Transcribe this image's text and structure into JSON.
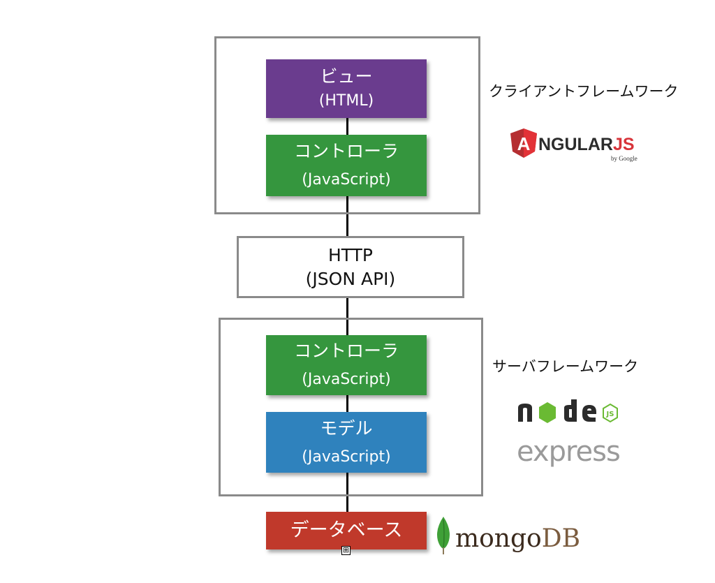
{
  "client": {
    "view": {
      "title": "ビュー",
      "subtitle": "(HTML)",
      "color": "#6a3c8e"
    },
    "controller": {
      "title": "コントローラ",
      "subtitle": "(JavaScript)",
      "color": "#35963e"
    },
    "label": "クライアントフレームワーク",
    "logo": {
      "name": "angularjs-logo",
      "main": "NGULAR",
      "js": "JS",
      "by": "by Google",
      "shield_letter": "A",
      "accent": "#d8343a"
    }
  },
  "http": {
    "line1": "HTTP",
    "line2": "(JSON API)"
  },
  "server": {
    "controller": {
      "title": "コントローラ",
      "subtitle": "(JavaScript)",
      "color": "#35963e"
    },
    "model": {
      "title": "モデル",
      "subtitle": "(JavaScript)",
      "color": "#2f82bd"
    },
    "label": "サーバフレームワーク",
    "node_logo": {
      "name": "nodejs-logo",
      "accent": "#6aba33"
    },
    "express_logo": {
      "text": "express"
    }
  },
  "database": {
    "title": "データベース",
    "color": "#c0392b",
    "logo": {
      "name": "mongodb-logo",
      "mongo": "mongo",
      "db": "DB",
      "leaf_color": "#3fa037"
    },
    "expand_symbol": "⊞"
  }
}
